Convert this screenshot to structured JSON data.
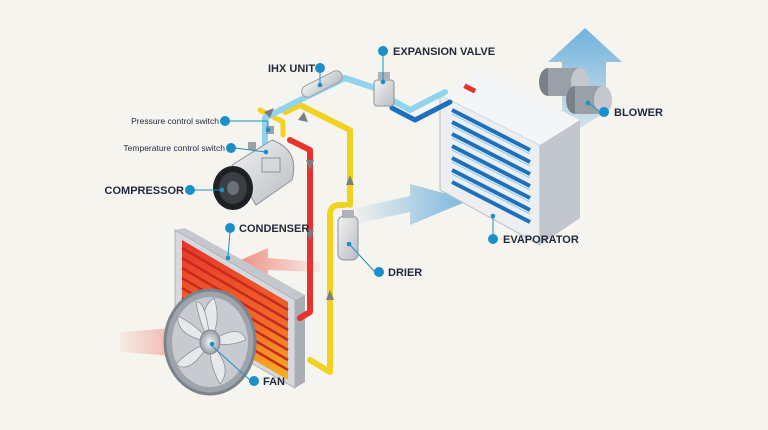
{
  "labels": {
    "ihx_unit": "IHX UNIT",
    "expansion_valve": "EXPANSION VALVE",
    "blower": "BLOWER",
    "pressure_switch": "Pressure control switch",
    "temperature_switch": "Temperature control switch",
    "compressor": "COMPRESSOR",
    "condenser": "CONDENSER",
    "drier": "DRIER",
    "evaporator": "EVAPORATOR",
    "fan": "FAN"
  },
  "colors": {
    "background": "#f6f4ef",
    "high_pressure_liquid": "#f0d320",
    "high_pressure_gas": "#e8322e",
    "low_pressure_gas": "#8fd3ef",
    "low_pressure_liquid": "#1e6fc0",
    "label_dot": "#1b8fc7",
    "label_text": "#1f2a3a",
    "cold_airflow": "#5aa6d8",
    "hot_airflow": "#e84a3a"
  },
  "icons": {
    "compressor": "compressor-icon",
    "condenser": "condenser-icon",
    "fan": "fan-icon",
    "drier": "drier-icon",
    "evaporator": "evaporator-icon",
    "blower": "blower-icon",
    "ihx_unit": "ihx-icon",
    "expansion_valve": "expansion-valve-icon"
  }
}
